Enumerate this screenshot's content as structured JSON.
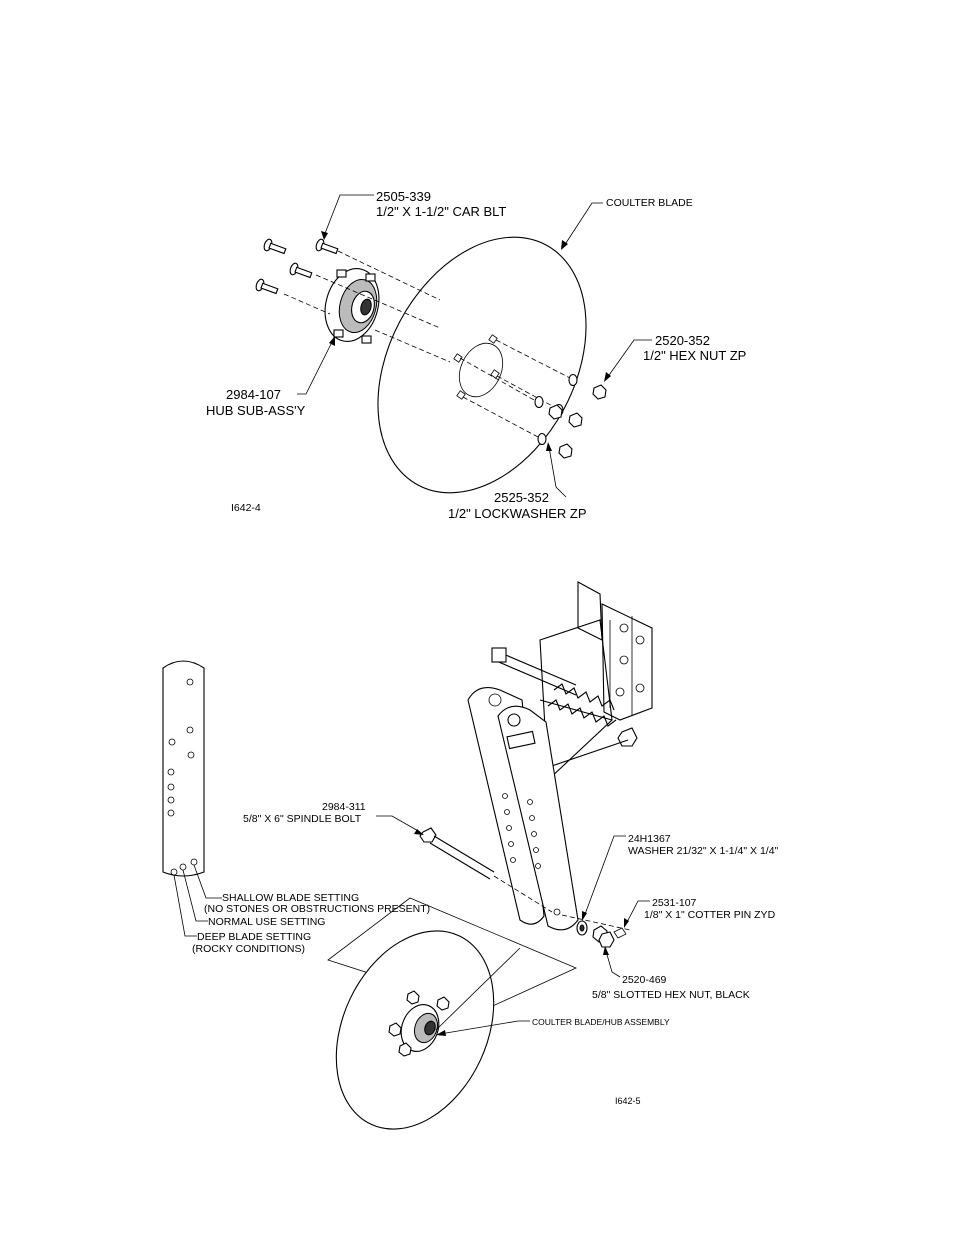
{
  "figure1": {
    "callouts": {
      "bolt_part": "2505-339",
      "bolt_desc": "1/2\" X 1-1/2\" CAR BLT",
      "blade": "COULTER BLADE",
      "nut_part": "2520-352",
      "nut_desc": "1/2\" HEX NUT ZP",
      "hub_part": "2984-107",
      "hub_desc": "HUB SUB-ASS'Y",
      "washer_part": "2525-352",
      "washer_desc": "1/2\" LOCKWASHER ZP"
    },
    "figure_id": "I642-4"
  },
  "figure2": {
    "callouts": {
      "spindle_part": "2984-311",
      "spindle_desc": "5/8\" X 6\" SPINDLE BOLT",
      "washer_part": "24H1367",
      "washer_desc": "WASHER 21/32\" X 1-1/4\" X 1/4\"",
      "cotter_part": "2531-107",
      "cotter_desc": "1/8\" X 1\" COTTER PIN ZYD",
      "nut_part": "2520-469",
      "nut_desc": "5/8\" SLOTTED HEX NUT, BLACK",
      "assembly": "COULTER BLADE/HUB ASSEMBLY",
      "shallow_1": "SHALLOW BLADE SETTING",
      "shallow_2": "(NO STONES OR OBSTRUCTIONS PRESENT)",
      "normal": "NORMAL USE SETTING",
      "deep_1": "DEEP BLADE SETTING",
      "deep_2": "(ROCKY CONDITIONS)"
    },
    "figure_id": "I642-5"
  }
}
